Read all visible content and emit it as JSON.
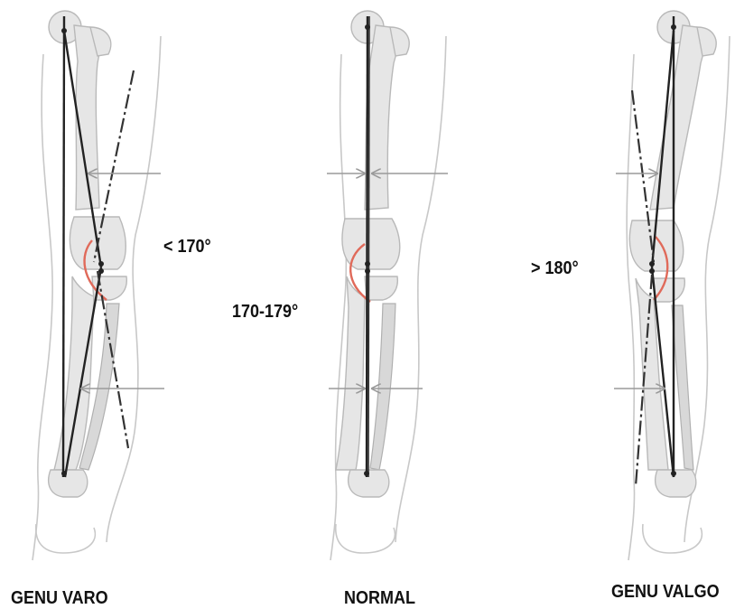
{
  "colors": {
    "background": "#ffffff",
    "bone": "#e6e6e6",
    "axis_line": "#222222",
    "angle_arc": "#e06a5a",
    "pointer_arrow": "#9a9a9a"
  },
  "panels": [
    {
      "id": "varo",
      "title": "GENU VARO",
      "angle_label": "< 170°"
    },
    {
      "id": "normal",
      "title": "NORMAL",
      "angle_label": "170-179°"
    },
    {
      "id": "valgo",
      "title": "GENU VALGO",
      "angle_label": "> 180°"
    }
  ]
}
